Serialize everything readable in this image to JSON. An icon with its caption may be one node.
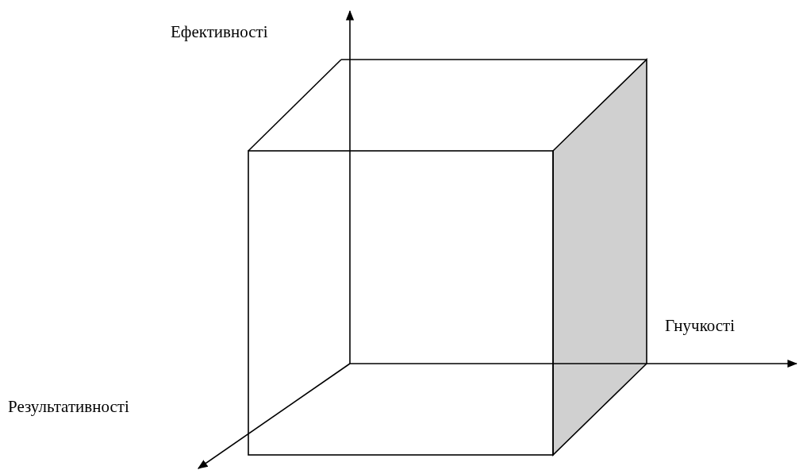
{
  "diagram": {
    "labels": [
      "Ефективності",
      "Гнучкості",
      "Результативності"
    ]
  }
}
